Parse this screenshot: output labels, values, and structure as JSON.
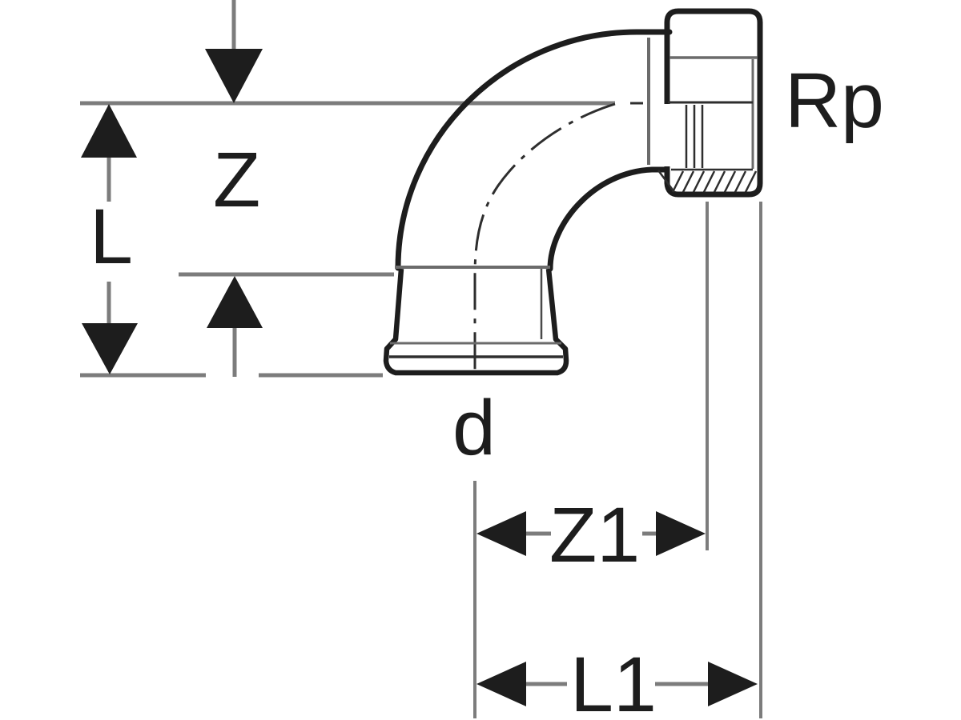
{
  "diagram": {
    "type": "technical-drawing",
    "subject": "90-degree elbow fitting with press socket (d) and female pipe thread (Rp)",
    "labels": {
      "L": "L",
      "Z": "Z",
      "d": "d",
      "Rp": "Rp",
      "Z1": "Z1",
      "L1": "L1"
    },
    "colors": {
      "background": "#ffffff",
      "outline_ink": "#1d1d1d",
      "detail_ink": "#2e2e2e",
      "dimension_gray": "#7c7c7c",
      "edge_gray": "#6b6b6b"
    }
  }
}
